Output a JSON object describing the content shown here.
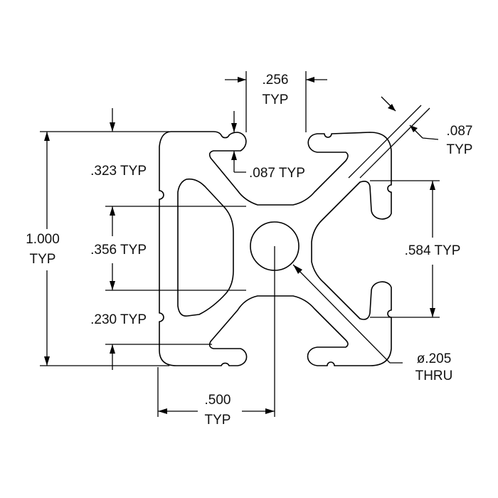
{
  "dimensions": {
    "top_width": ".256",
    "top_width_sub": "TYP",
    "corner_slot": ".087",
    "corner_slot_sub": "TYP",
    "slot_lip": ".087 TYP",
    "upper_offset": ".323 TYP",
    "center_band": ".356 TYP",
    "lower_offset": ".230 TYP",
    "overall": "1.000",
    "overall_sub": "TYP",
    "slot_opening": ".584 TYP",
    "half_width": ".500",
    "half_width_sub": "TYP",
    "bore": "ø.205",
    "bore_sub": "THRU"
  },
  "colors": {
    "line": "#000000",
    "text": "#111111",
    "background": "#ffffff"
  }
}
